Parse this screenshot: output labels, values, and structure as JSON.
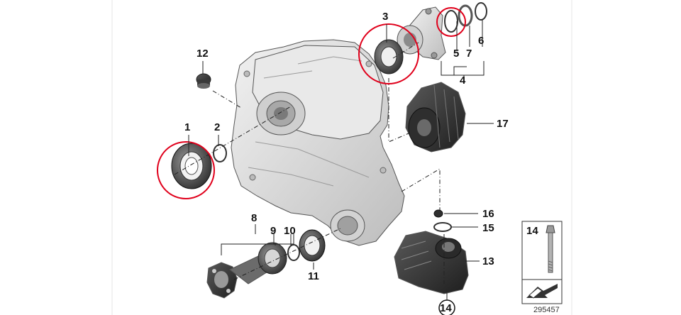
{
  "callouts": {
    "c1": "1",
    "c2": "2",
    "c3": "3",
    "c4": "4",
    "c5": "5",
    "c6": "6",
    "c7": "7",
    "c8": "8",
    "c9": "9",
    "c10": "10",
    "c11": "11",
    "c12": "12",
    "c13": "13",
    "c14": "14",
    "c15": "15",
    "c16": "16",
    "c17": "17"
  },
  "inset": {
    "label": "14"
  },
  "diagram_number": "295457",
  "colors": {
    "highlight": "#e0001b",
    "housing": "#dcdcdc",
    "dark_part": "#3a3a3a"
  }
}
